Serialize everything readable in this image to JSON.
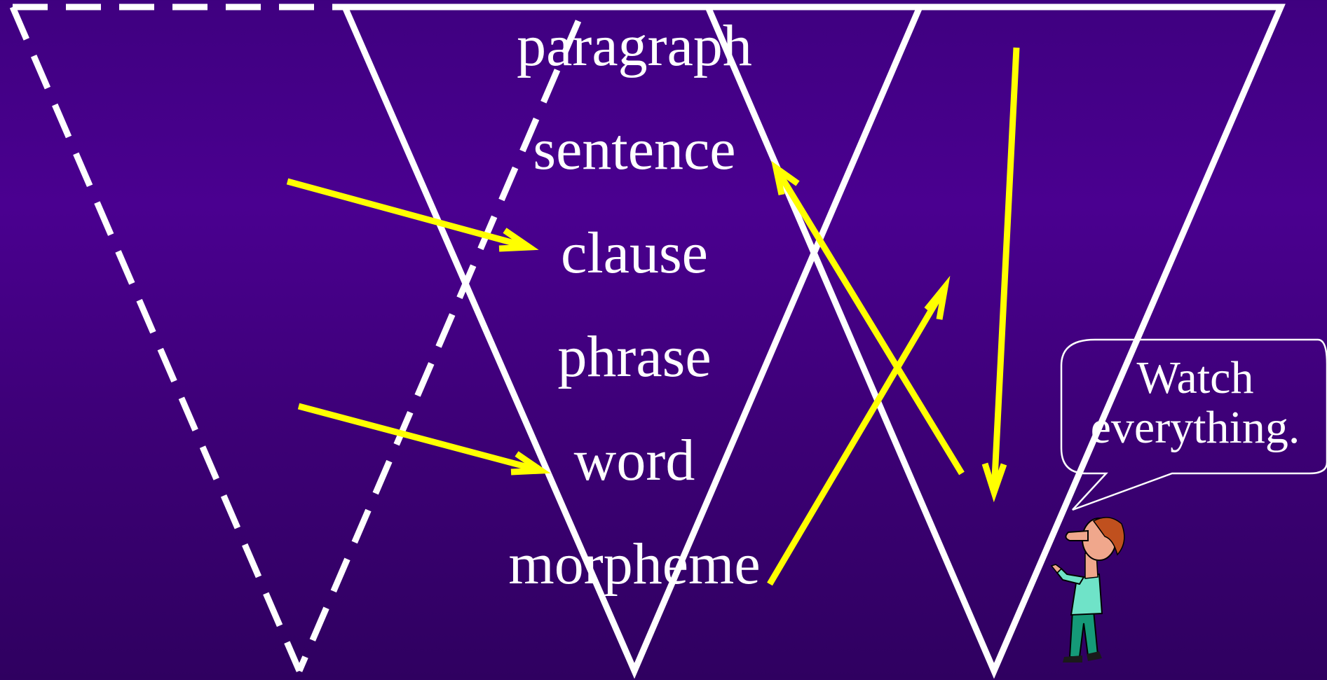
{
  "levels": [
    "paragraph",
    "sentence",
    "clause",
    "phrase",
    "word",
    "morpheme"
  ],
  "speech_bubble": {
    "line1": "Watch",
    "line2": "everything."
  },
  "colors": {
    "background": "#3f0080",
    "outline": "#ffffff",
    "arrow": "#ffff00"
  },
  "icons": {
    "character": "pointing-man-clipart"
  }
}
